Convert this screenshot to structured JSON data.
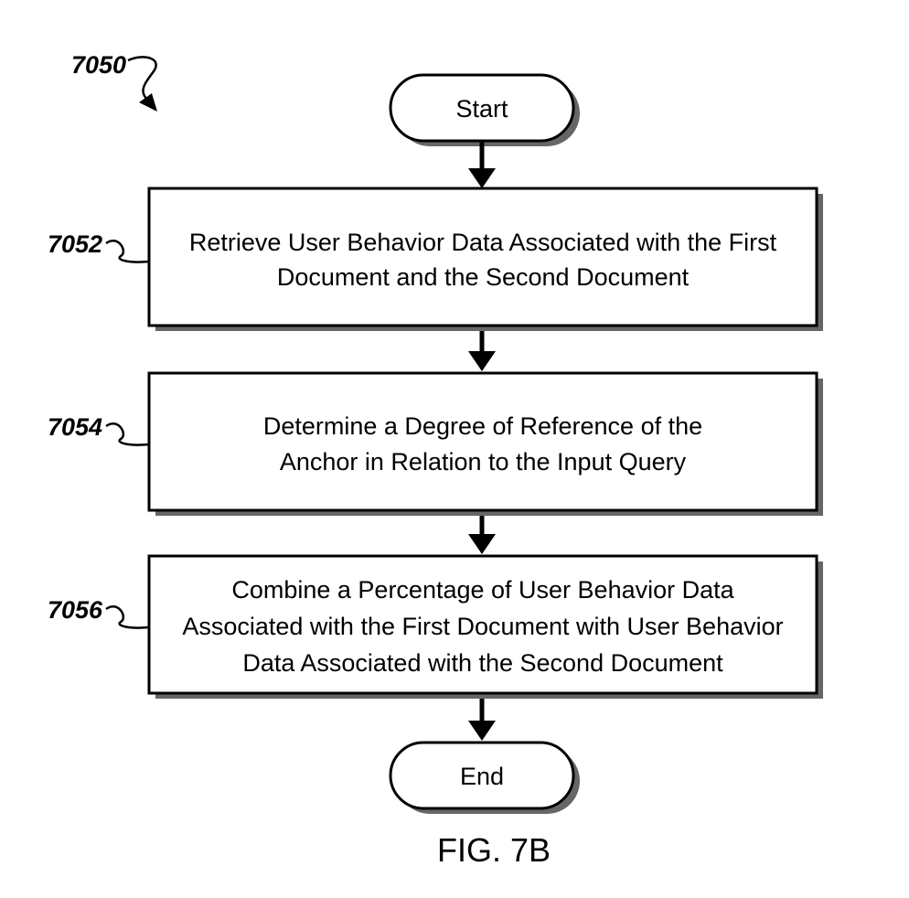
{
  "figure_label": "FIG. 7B",
  "diagram_ref": "7050",
  "start": {
    "label": "Start"
  },
  "end": {
    "label": "End"
  },
  "steps": [
    {
      "ref": "7052",
      "lines": [
        "Retrieve User Behavior Data Associated with the First",
        "Document and the Second Document"
      ]
    },
    {
      "ref": "7054",
      "lines": [
        "Determine a Degree of Reference of the",
        "Anchor in Relation to the Input Query"
      ]
    },
    {
      "ref": "7056",
      "lines": [
        "Combine a Percentage of User Behavior Data",
        "Associated with the First Document with User Behavior",
        "Data Associated with the Second Document"
      ]
    }
  ]
}
